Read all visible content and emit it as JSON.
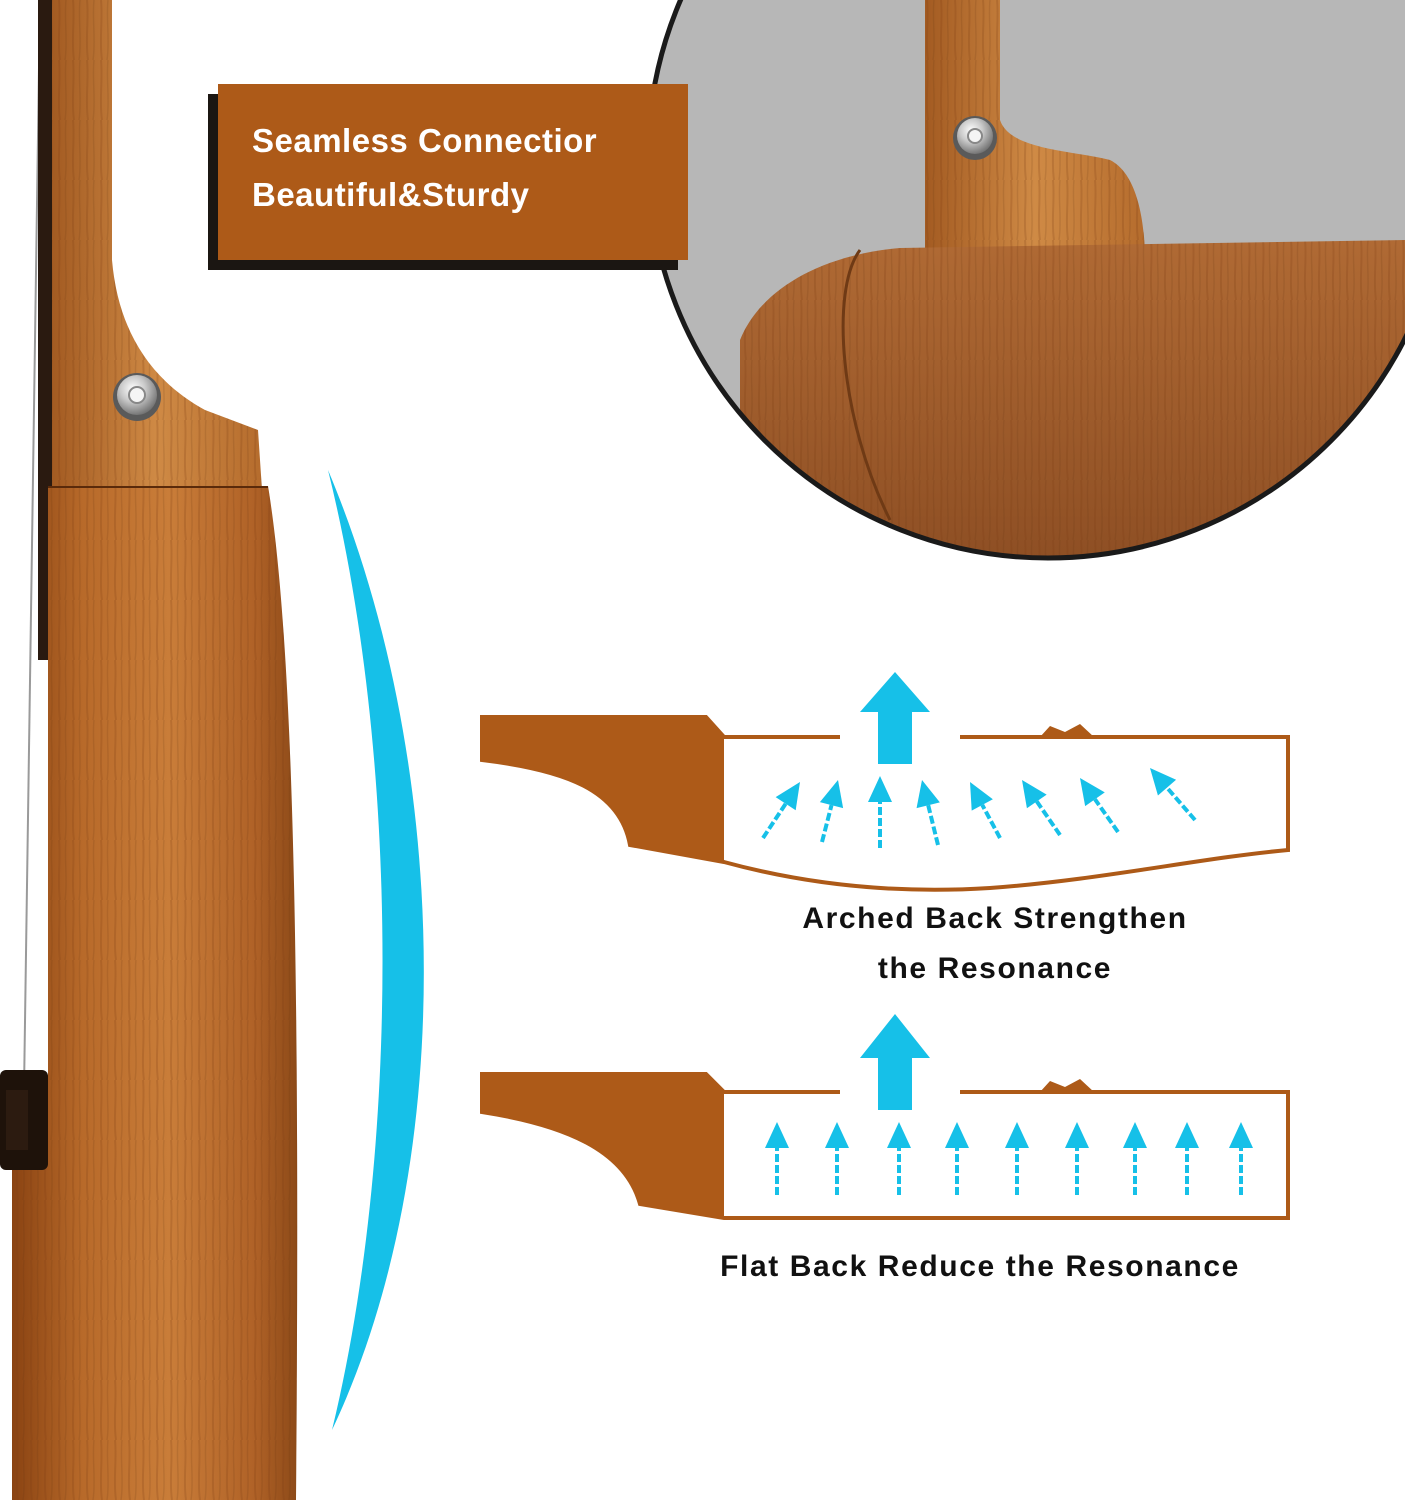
{
  "banner": {
    "line1": "Seamless Connectior",
    "line2": "Beautiful&Sturdy"
  },
  "captions": {
    "arched_line1": "Arched Back Strengthen",
    "arched_line2": "the Resonance",
    "flat": "Flat Back Reduce the Resonance"
  },
  "colors": {
    "wood": "#ad5a18",
    "accent_blue": "#16c0e8",
    "banner_shadow": "#1b1612",
    "text": "#111111"
  },
  "icons": {
    "strap_button": "strap-button-icon",
    "sound_arrow": "arrow-up-icon"
  }
}
